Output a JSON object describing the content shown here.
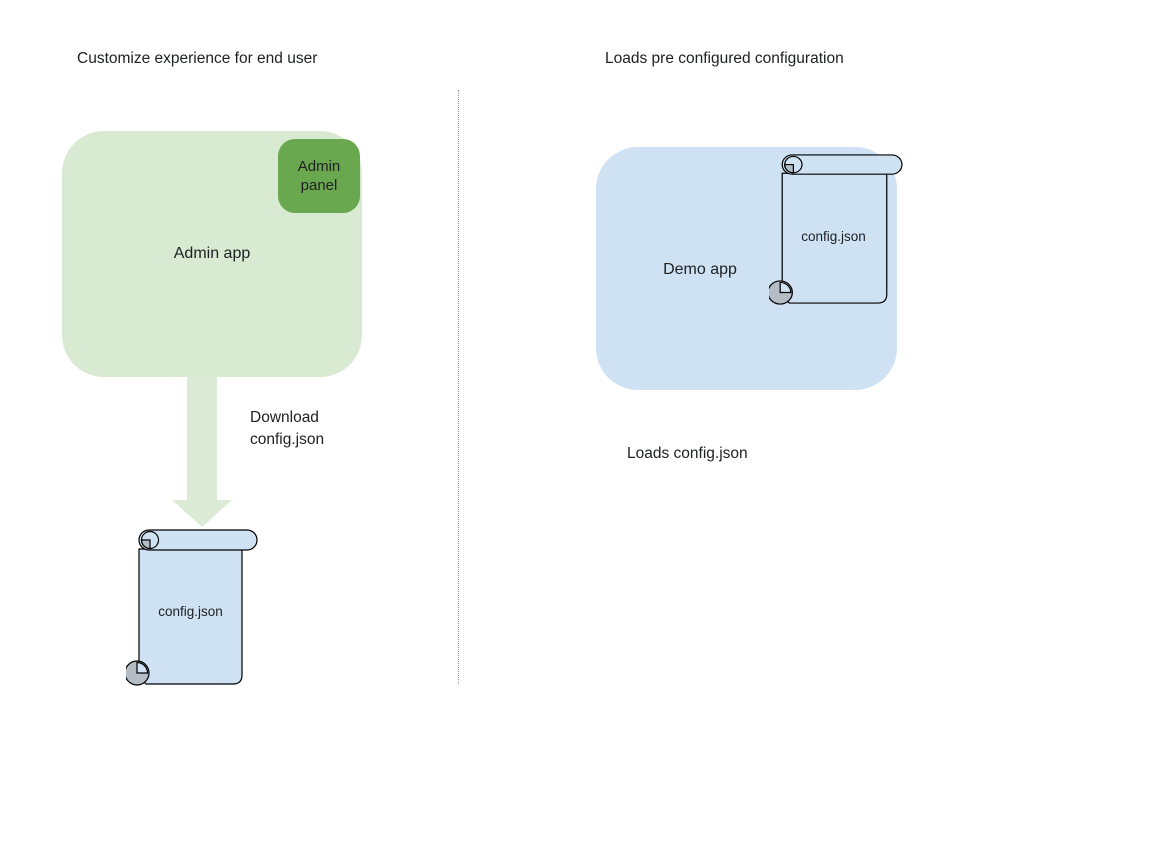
{
  "left_section": {
    "title": "Customize experience for end user",
    "admin_app": {
      "label": "Admin app"
    },
    "admin_panel": {
      "label": "Admin panel"
    },
    "arrow_label": "Download config.json",
    "config_file": {
      "label": "config.json"
    }
  },
  "right_section": {
    "title": "Loads pre configured configuration",
    "demo_app": {
      "label": "Demo app"
    },
    "config_file": {
      "label": "config.json"
    },
    "caption": "Loads config.json"
  },
  "colors": {
    "app_box_green": "#d9ead3",
    "panel_green": "#6aa84f",
    "app_box_blue": "#cfe2f3",
    "scroll_fill": "#cfe2f3",
    "arrow_green": "#dcebd5",
    "curl_gray": "#b4bcc4",
    "outline": "#000000",
    "divider_gray": "#999999",
    "text": "#202124"
  }
}
